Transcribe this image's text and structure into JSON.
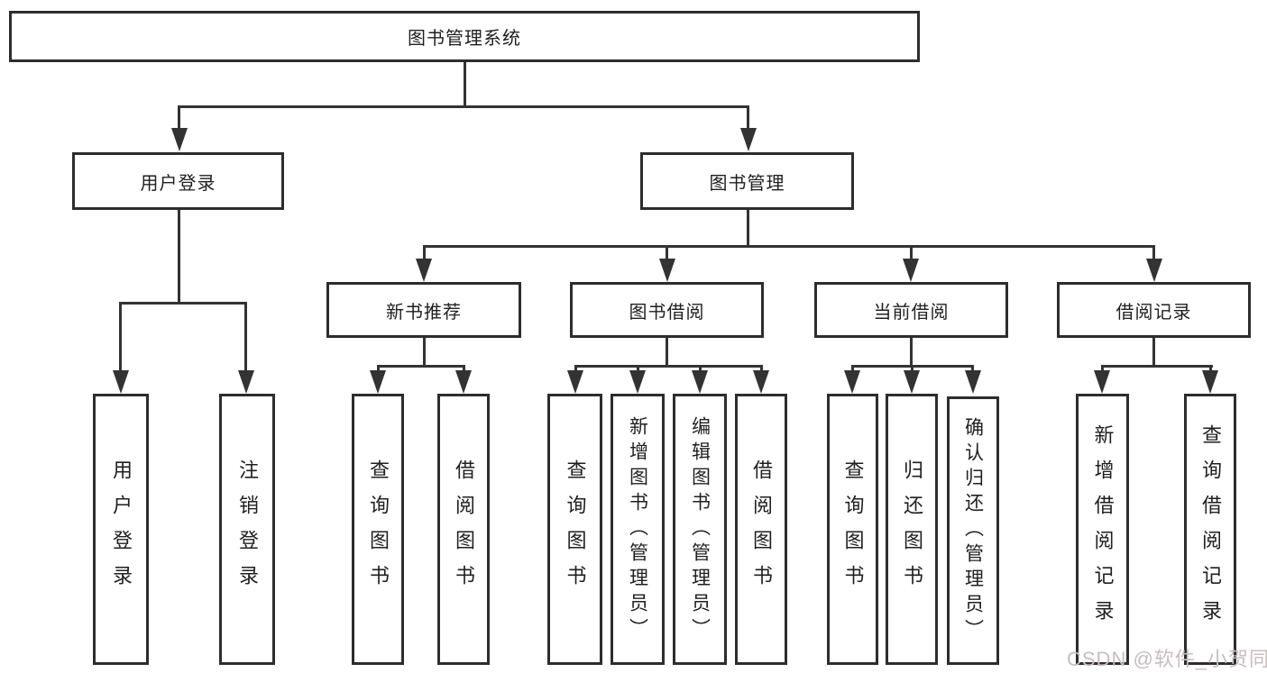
{
  "diagram": {
    "root": "图书管理系统",
    "level2": [
      "用户登录",
      "图书管理"
    ],
    "level3": [
      "新书推荐",
      "图书借阅",
      "当前借阅",
      "借阅记录"
    ],
    "leaves": {
      "user_login": [
        "用户登录",
        "注销登录"
      ],
      "new_book_rec": [
        "查询图书",
        "借阅图书"
      ],
      "book_borrow": [
        "查询图书",
        "新增图书（管理员）",
        "编辑图书（管理员）",
        "借阅图书"
      ],
      "current_borrow": [
        "查询图书",
        "归还图书",
        "确认归还（管理员）"
      ],
      "borrow_records": [
        "新增借阅记录",
        "查询借阅记录"
      ]
    }
  },
  "watermark": "CSDN @软件_小贺同学",
  "colors": {
    "line": "#333333",
    "border": "#2d2d2d",
    "text": "#1f1f1f",
    "watermark": "#c9bdbd",
    "background": "#ffffff"
  }
}
